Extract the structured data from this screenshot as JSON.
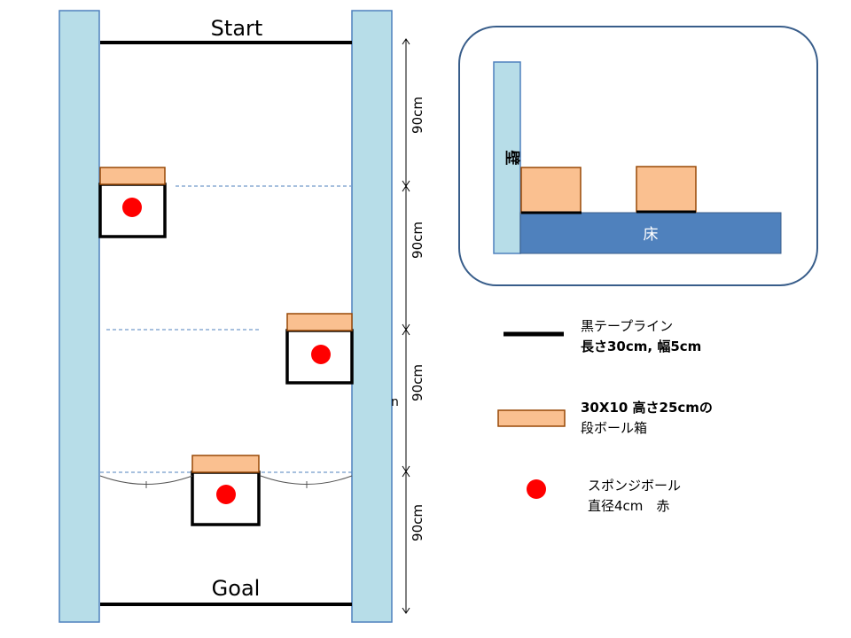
{
  "course": {
    "start_label": "Start",
    "goal_label": "Goal",
    "segment_labels": [
      "90cm",
      "90cm",
      "90cm",
      "90cm"
    ],
    "stray_char": "n"
  },
  "inset": {
    "wall_label": "壁",
    "floor_label": "床"
  },
  "legend": {
    "tape": {
      "line1": "黒テープライン",
      "line2": "長さ30cm, 幅5cm"
    },
    "box": {
      "line1": "30X10 高さ25cmの",
      "line2": "段ボール箱"
    },
    "ball": {
      "line1": "スポンジボール",
      "line2": "直径4cm　赤"
    }
  },
  "colors": {
    "wall": "#b7dde8",
    "wall_border": "#4f81bd",
    "box_top": "#fac090",
    "box_border": "#984807",
    "ball": "#ff0000",
    "floor": "#4f81bd",
    "dashed": "#4f81bd"
  }
}
